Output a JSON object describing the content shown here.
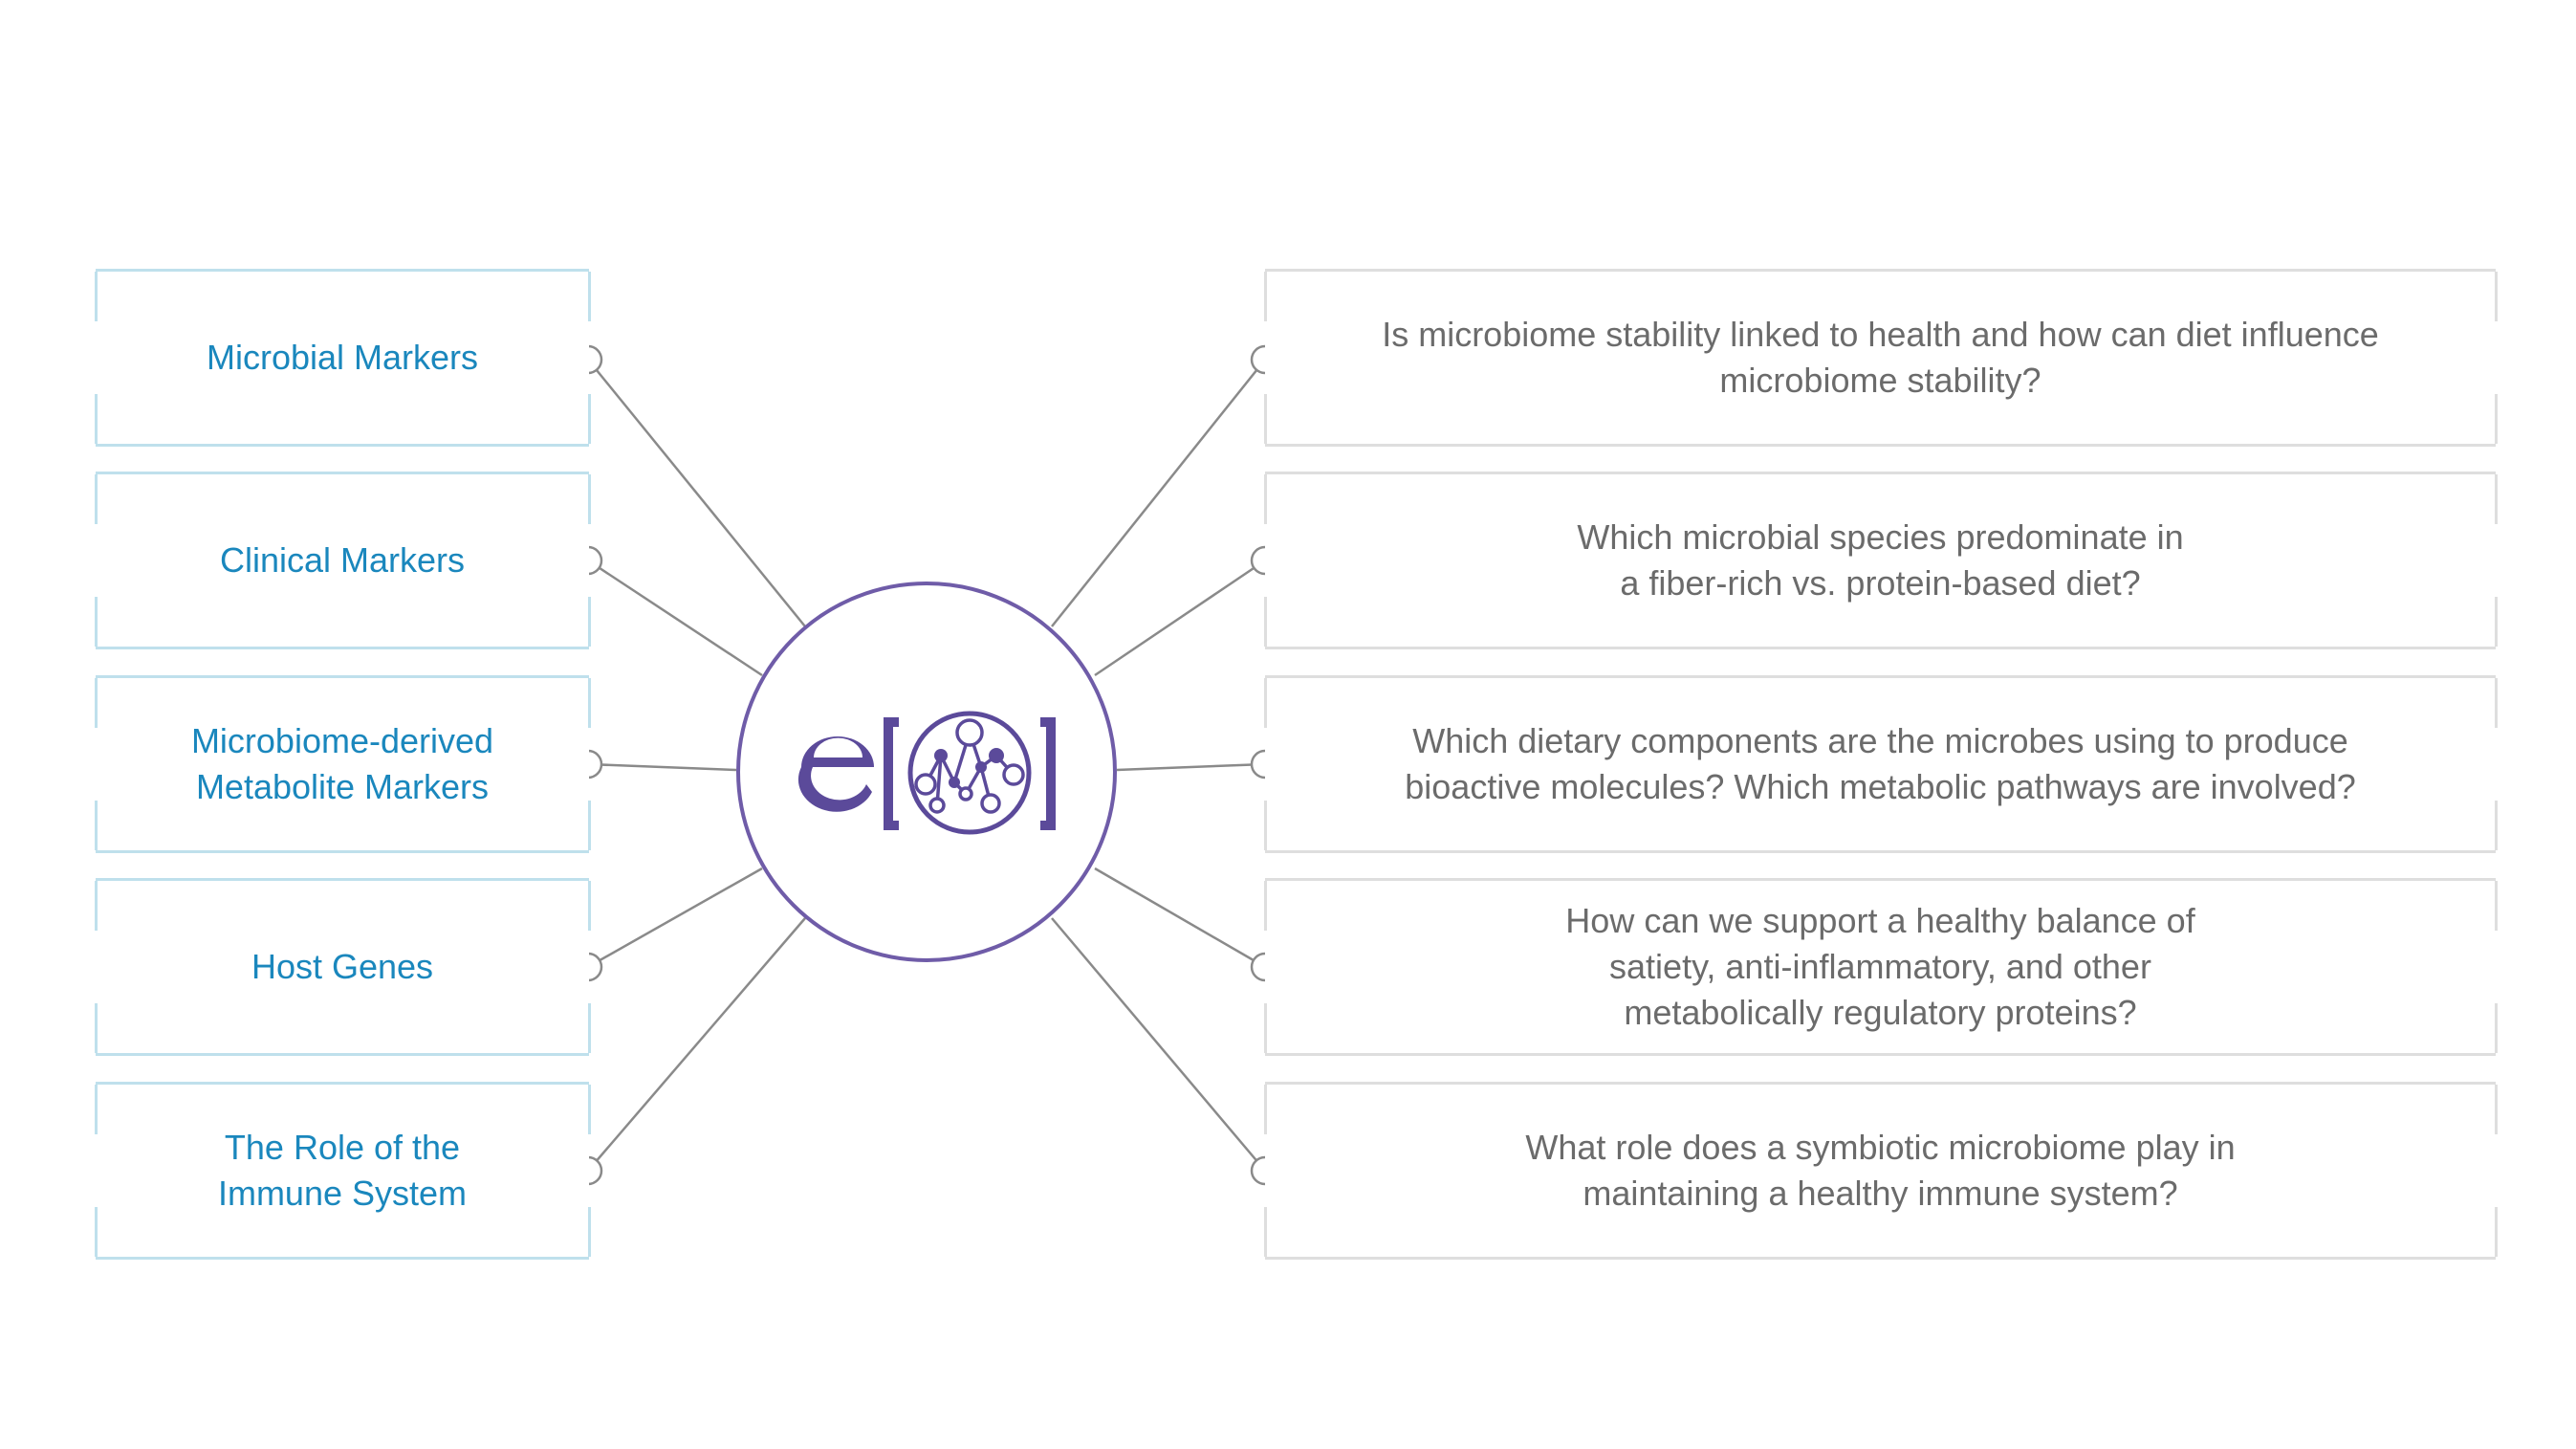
{
  "colors": {
    "left_text": "#1a87bd",
    "right_text": "#6b6b6b",
    "left_frame": "#bfe0ec",
    "right_frame": "#dedede",
    "hub_ring": "#6f5ca8",
    "connector": "#8a8a8a"
  },
  "hub": {
    "logo_icon": "e-microbiome-network-logo"
  },
  "markers": [
    {
      "label": "Microbial Markers"
    },
    {
      "label": "Clinical Markers"
    },
    {
      "label": "Microbiome-derived\nMetabolite Markers"
    },
    {
      "label": "Host Genes"
    },
    {
      "label": "The Role of the\nImmune System"
    }
  ],
  "questions": [
    {
      "label": "Is microbiome stability linked to health and how can diet influence\nmicrobiome stability?"
    },
    {
      "label": "Which microbial species predominate in\na fiber-rich vs. protein-based diet?"
    },
    {
      "label": "Which dietary components are the microbes using to produce\nbioactive molecules? Which metabolic pathways are involved?"
    },
    {
      "label": "How can we support a healthy balance of\nsatiety, anti-inflammatory, and other\nmetabolically regulatory proteins?"
    },
    {
      "label": "What role does a symbiotic microbiome play in\nmaintaining a healthy immune system?"
    }
  ]
}
